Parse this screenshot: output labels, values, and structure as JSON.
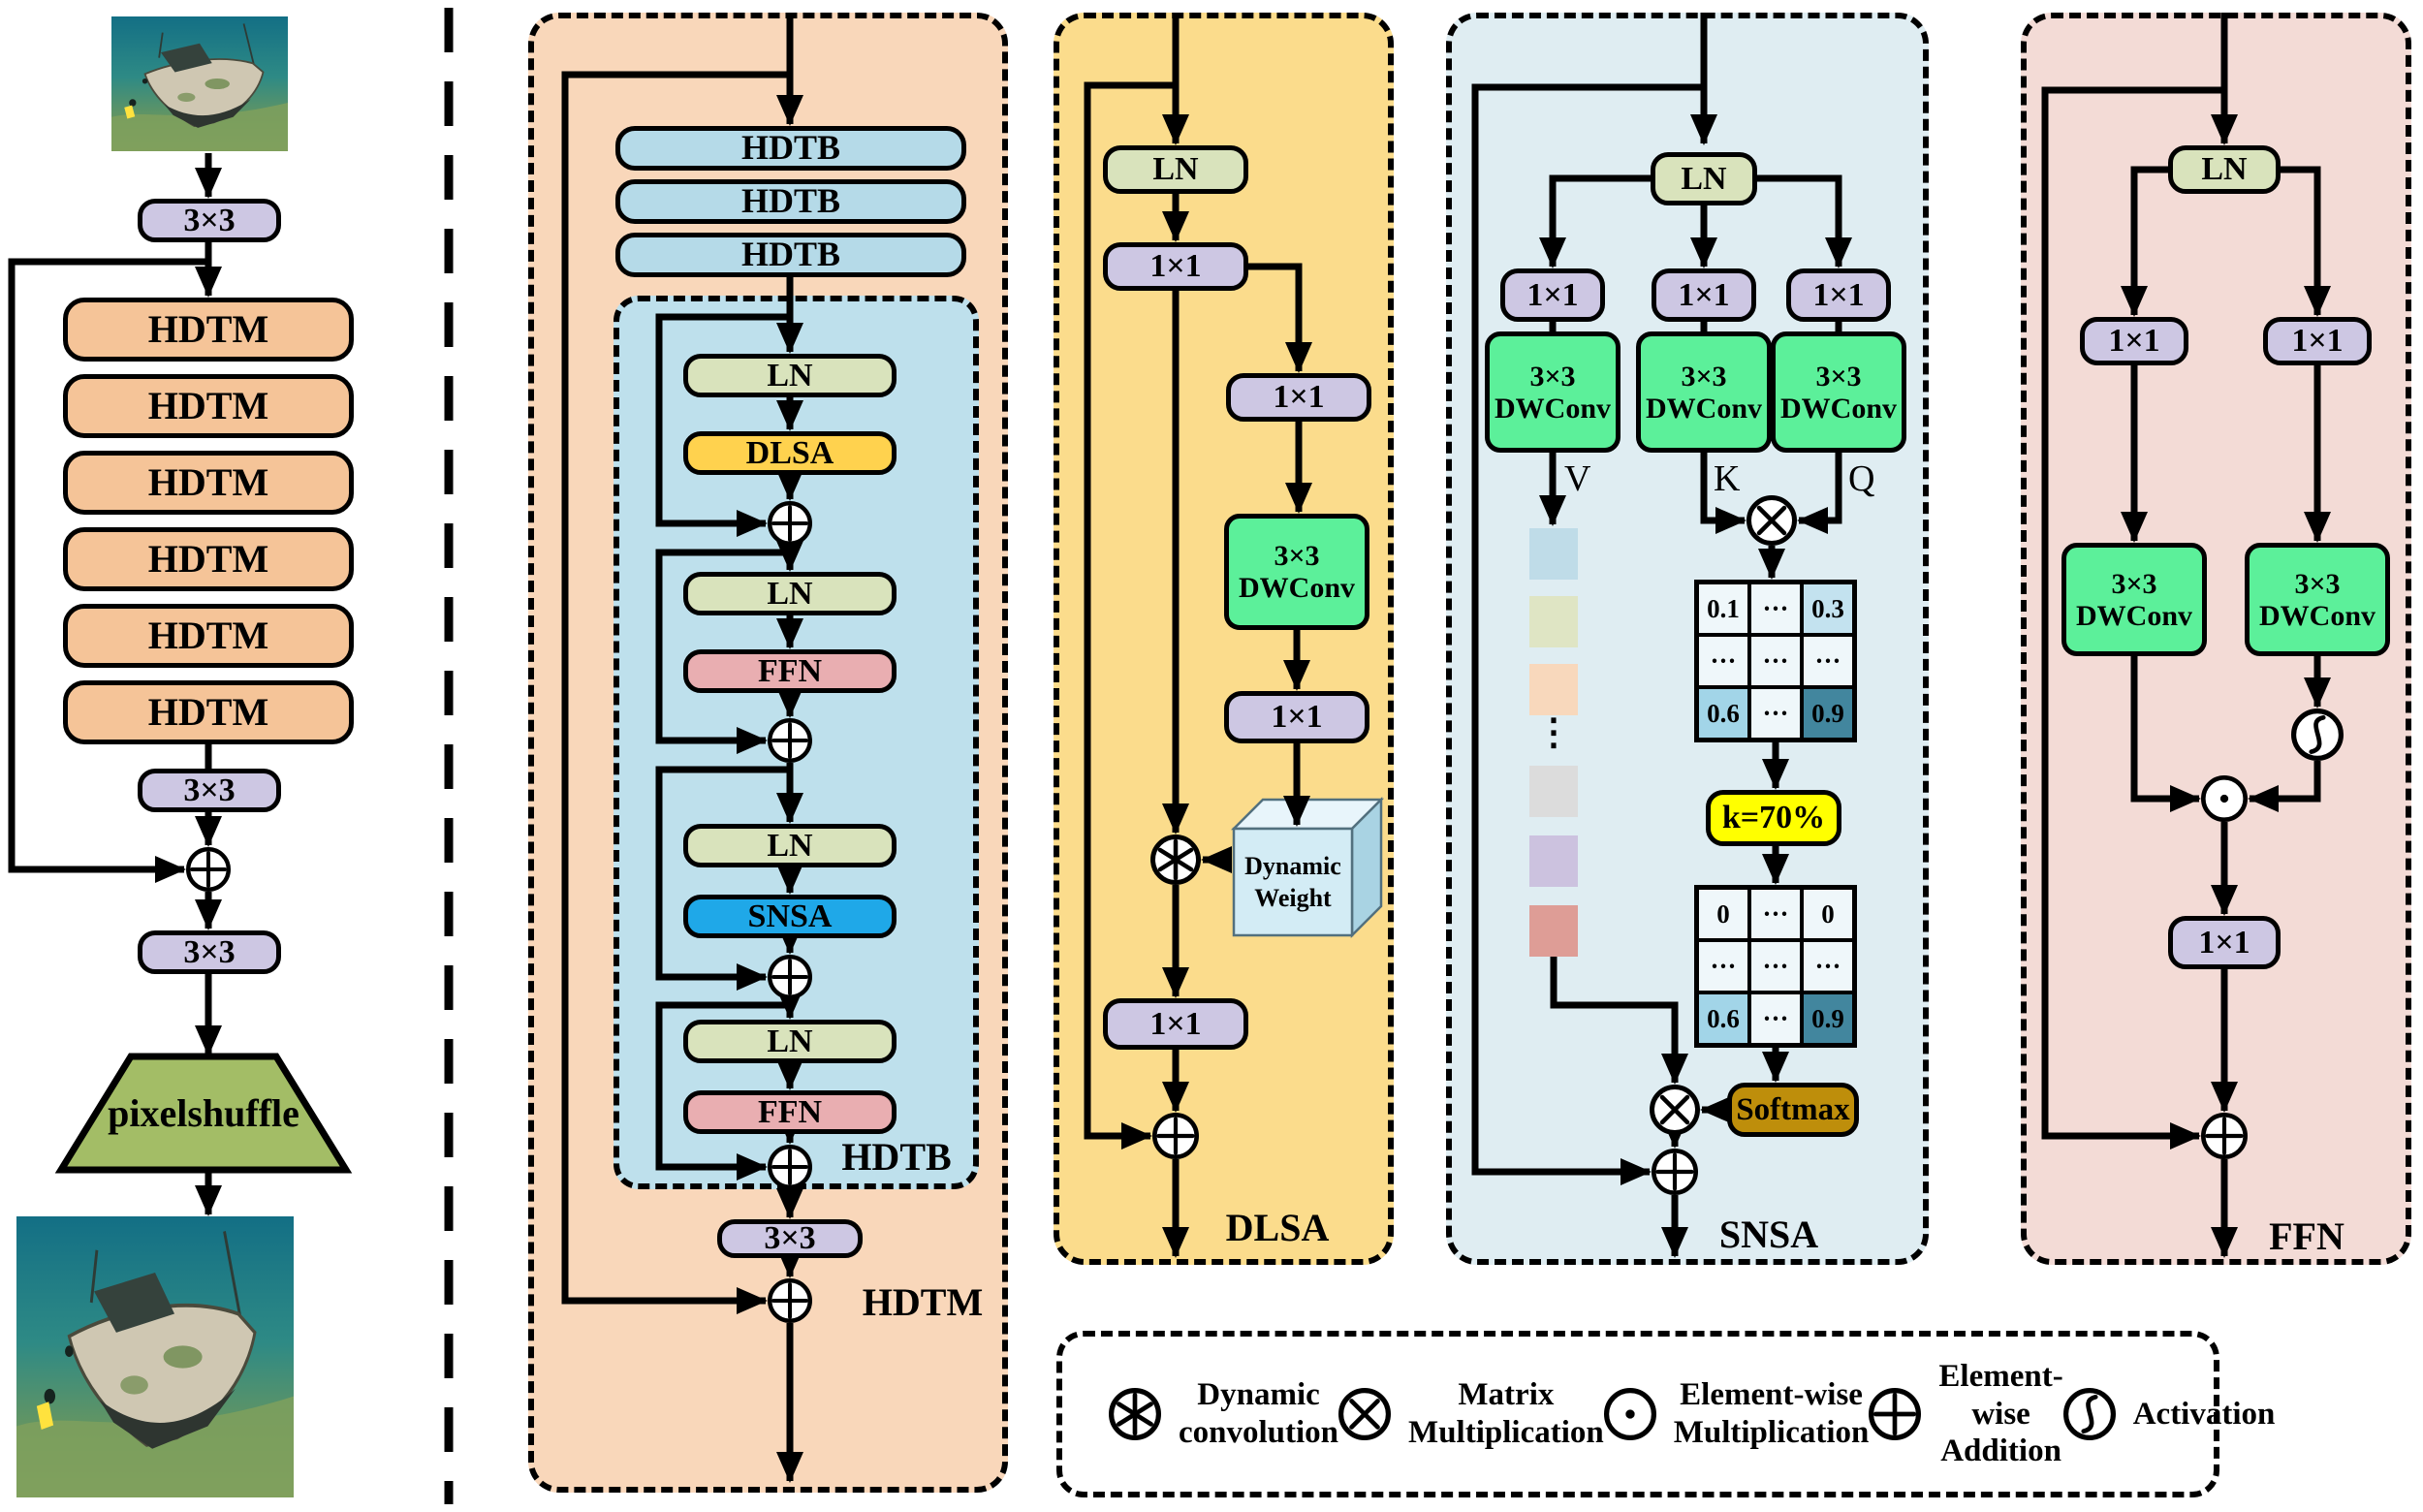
{
  "pipeline": {
    "conv_in": "3×3",
    "hdtm_blocks": [
      "HDTM",
      "HDTM",
      "HDTM",
      "HDTM",
      "HDTM",
      "HDTM"
    ],
    "conv_mid": "3×3",
    "conv_out": "3×3",
    "pixelshuffle": "pixelshuffle"
  },
  "hdtm_panel": {
    "title": "HDTM",
    "hdtb_blocks": [
      "HDTB",
      "HDTB",
      "HDTB"
    ],
    "conv": "3×3",
    "hdtb_panel": {
      "title": "HDTB",
      "ln1": "LN",
      "dlsa": "DLSA",
      "ln2": "LN",
      "ffn1": "FFN",
      "ln3": "LN",
      "snsa": "SNSA",
      "ln4": "LN",
      "ffn2": "FFN"
    }
  },
  "dlsa_panel": {
    "title": "DLSA",
    "ln": "LN",
    "conv1": "1×1",
    "conv2": "1×1",
    "dwconv_line1": "3×3",
    "dwconv_line2": "DWConv",
    "conv3": "1×1",
    "cube_line1": "Dynamic",
    "cube_line2": "Weight",
    "conv4": "1×1"
  },
  "snsa_panel": {
    "title": "SNSA",
    "ln": "LN",
    "conv_v": "1×1",
    "conv_k": "1×1",
    "conv_q": "1×1",
    "dwconv_line1": "3×3",
    "dwconv_line2": "DWConv",
    "label_v": "V",
    "label_k": "K",
    "label_q": "Q",
    "v_dots": "⋮",
    "matrix1": [
      [
        "0.1",
        "···",
        "0.3"
      ],
      [
        "···",
        "···",
        "···"
      ],
      [
        "0.6",
        "···",
        "0.9"
      ]
    ],
    "topk": "k=70%",
    "matrix2": [
      [
        "0",
        "···",
        "0"
      ],
      [
        "···",
        "···",
        "···"
      ],
      [
        "0.6",
        "···",
        "0.9"
      ]
    ],
    "softmax": "Softmax"
  },
  "ffn_panel": {
    "title": "FFN",
    "ln": "LN",
    "conv_left": "1×1",
    "conv_right": "1×1",
    "dwconv_line1": "3×3",
    "dwconv_line2": "DWConv",
    "conv_out": "1×1"
  },
  "legend": {
    "items": [
      {
        "icon": "dynamic-convolution-icon",
        "line1": "Dynamic",
        "line2": "convolution"
      },
      {
        "icon": "matrix-multiplication-icon",
        "line1": "Matrix",
        "line2": "Multiplication"
      },
      {
        "icon": "element-wise-multiplication-icon",
        "line1": "Element-wise",
        "line2": "Multiplication"
      },
      {
        "icon": "element-wise-addition-icon",
        "line1": "Element-wise",
        "line2": "Addition"
      },
      {
        "icon": "activation-icon",
        "line1": "Activation",
        "line2": ""
      }
    ]
  },
  "colors": {
    "panel_hdtm": "#F9D7BA",
    "panel_hdtb": "#BEE0EC",
    "panel_dlsa": "#FBDC8C",
    "panel_snsa": "#DFEDF2",
    "panel_ffn": "#F3DBD6",
    "box_hdtm": "#F5C498",
    "box_hdtb": "#B5DAE8",
    "box_conv": "#CDC7E3",
    "box_ln": "#D9E3BC",
    "box_dlsa": "#FFD24E",
    "box_ffn": "#E9AEB1",
    "box_snsa": "#1FA8E8",
    "box_dwconv": "#5CF09A",
    "box_topk": "#FFFF00",
    "box_softmax": "#BE8E0B",
    "pixelshuffle_fill": "#A3BD66",
    "matrix_light": "#EFF7FA",
    "matrix_mid": "#C3E2EF",
    "matrix_mid2": "#A2D5E8",
    "matrix_dark": "#42869E",
    "vsq1": "#BFDCE8",
    "vsq2": "#DFE5C4",
    "vsq3": "#F8D8BC",
    "vsq4": "#DCDCDC",
    "vsq5": "#CCC2DF",
    "vsq6": "#DE9D96",
    "cube_front": "#D3ECF5",
    "cube_top": "#E8F5FB",
    "cube_side": "#A9D3E3"
  }
}
